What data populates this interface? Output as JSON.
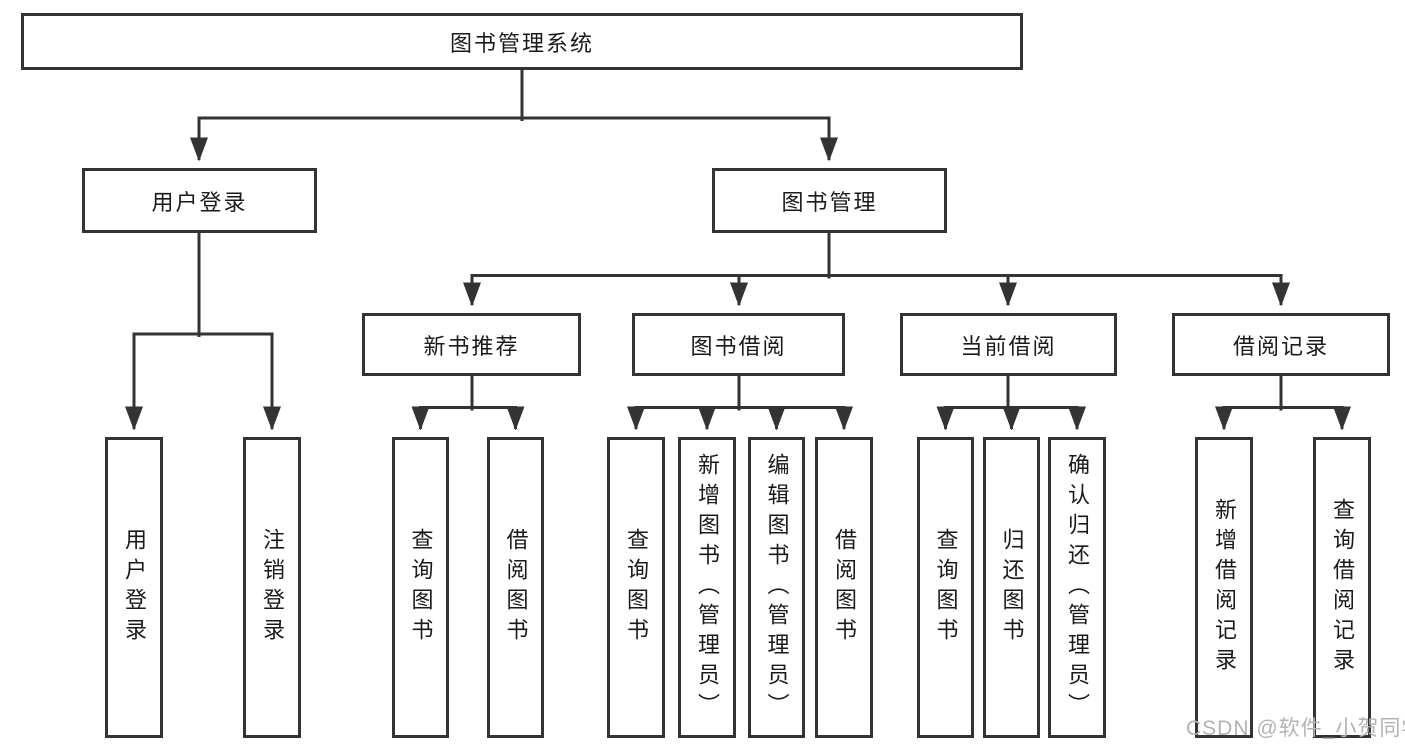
{
  "diagram": {
    "tree": {
      "label": "图书管理系统",
      "children": [
        {
          "label": "用户登录",
          "children": [
            {
              "label": "用户登录"
            },
            {
              "label": "注销登录"
            }
          ]
        },
        {
          "label": "图书管理",
          "children": [
            {
              "label": "新书推荐",
              "children": [
                {
                  "label": "查询图书"
                },
                {
                  "label": "借阅图书"
                }
              ]
            },
            {
              "label": "图书借阅",
              "children": [
                {
                  "label": "查询图书"
                },
                {
                  "label": "新增图书（管理员）"
                },
                {
                  "label": "编辑图书（管理员）"
                },
                {
                  "label": "借阅图书"
                }
              ]
            },
            {
              "label": "当前借阅",
              "children": [
                {
                  "label": "查询图书"
                },
                {
                  "label": "归还图书"
                },
                {
                  "label": "确认归还（管理员）"
                }
              ]
            },
            {
              "label": "借阅记录",
              "children": [
                {
                  "label": "新增借阅记录"
                },
                {
                  "label": "查询借阅记录"
                }
              ]
            }
          ]
        }
      ]
    }
  },
  "watermark": {
    "text": "CSDN @软件_小贺同学"
  },
  "colors": {
    "line": "#333333",
    "box_border": "#333333",
    "text": "#1a1a1a",
    "background": "#ffffff",
    "watermark": "#b3b3b6"
  }
}
